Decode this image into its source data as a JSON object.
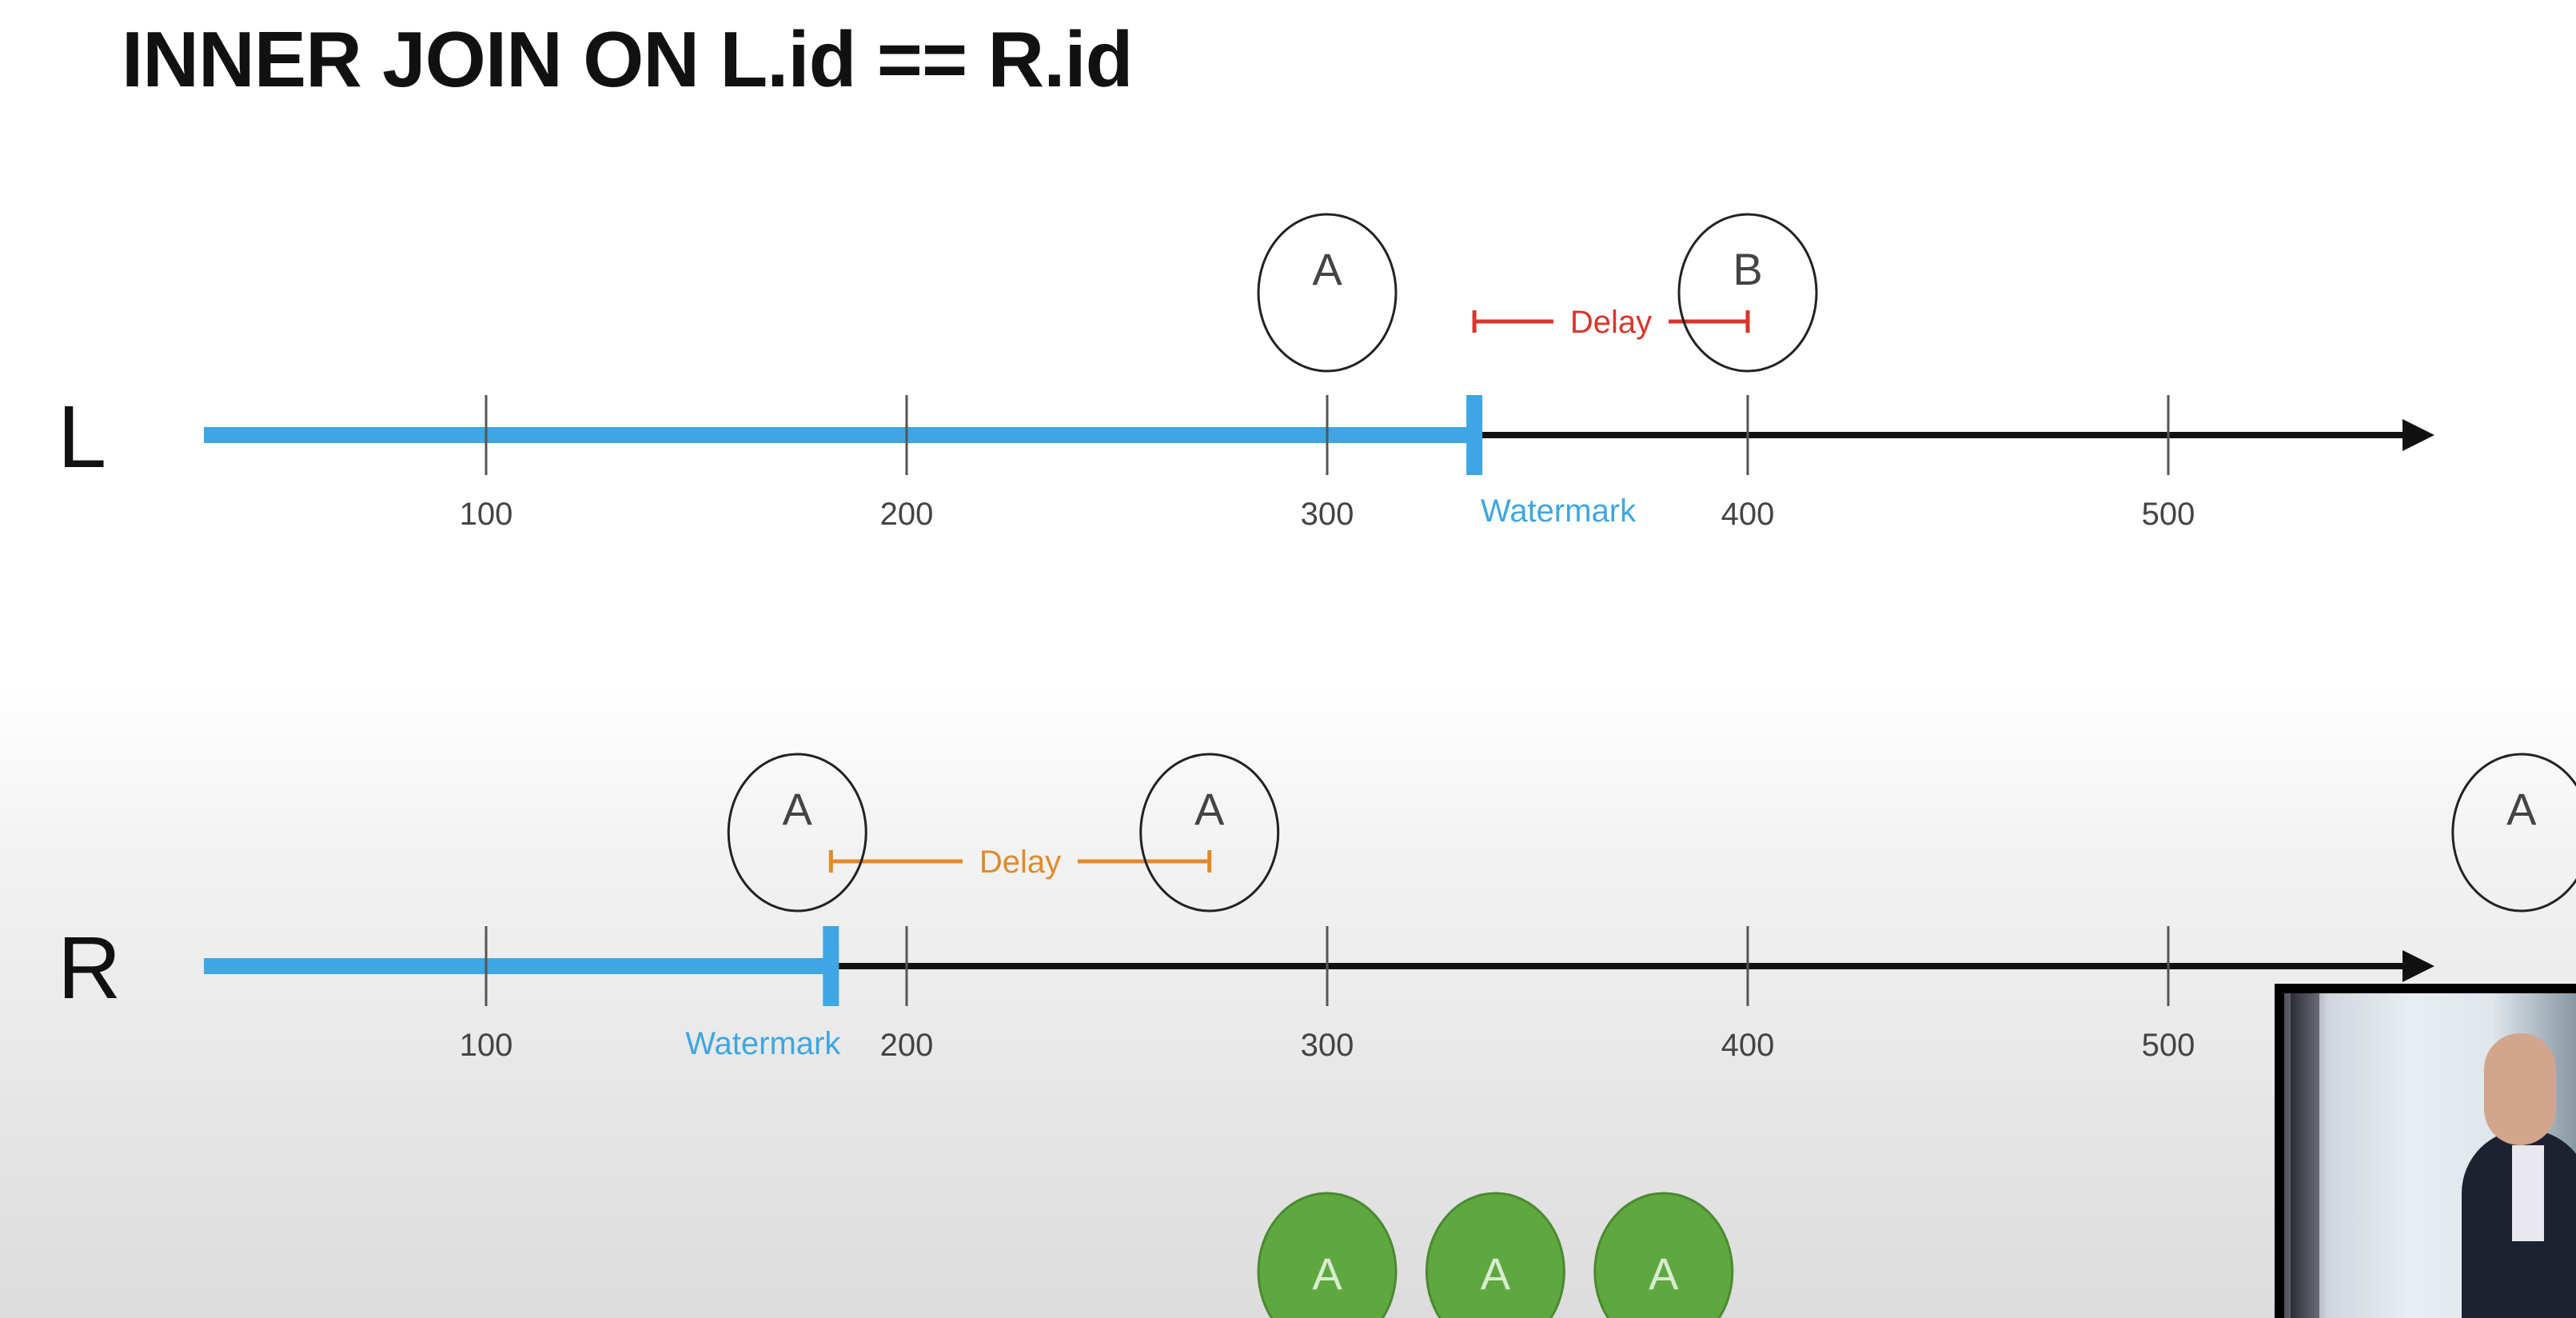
{
  "title": "INNER JOIN ON L.id == R.id",
  "axis_ticks": [
    "100",
    "200",
    "300",
    "400",
    "500"
  ],
  "watermark_label": "Watermark",
  "delay_label": "Delay",
  "streams": {
    "left": {
      "label": "L",
      "watermark": 335,
      "events": [
        {
          "id": "A",
          "time": 300
        },
        {
          "id": "B",
          "time": 400
        }
      ],
      "delay": {
        "from": 335,
        "to": 400
      }
    },
    "right": {
      "label": "R",
      "watermark": 182,
      "events": [
        {
          "id": "A",
          "time": 174
        },
        {
          "id": "A",
          "time": 272
        },
        {
          "id": "A",
          "time": 584
        }
      ],
      "delay": {
        "from": 182,
        "to": 272
      }
    }
  },
  "joined_output": [
    {
      "id": "A",
      "time": 300
    },
    {
      "id": "A",
      "time": 340
    },
    {
      "id": "A",
      "time": 380
    }
  ],
  "colors": {
    "watermark": "#3ea6e2",
    "axis": "#111111",
    "left_delay": "#d9352b",
    "right_delay": "#e08a2c",
    "joined": "#5ea83f",
    "joined_border": "#4a8a30"
  }
}
